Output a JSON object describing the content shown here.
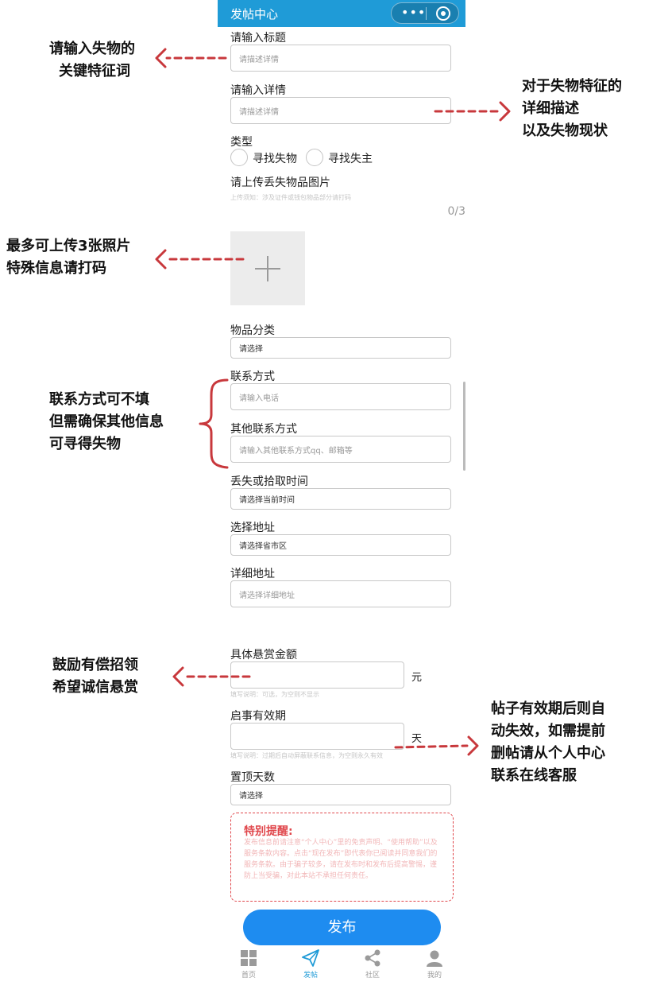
{
  "app": {
    "title": "发帖中心"
  },
  "form": {
    "title_label": "请输入标题",
    "title_placeholder": "请描述详情",
    "detail_label": "请输入详情",
    "detail_placeholder": "请描述详情",
    "type_label": "类型",
    "type_options": [
      "寻找失物",
      "寻找失主"
    ],
    "image_label": "请上传丢失物品图片",
    "image_hint": "上传须知：涉及证件或钱包物品部分请打码",
    "image_count": "0/3",
    "category_label": "物品分类",
    "category_value": "请选择",
    "contact_label": "联系方式",
    "contact_placeholder": "请输入电话",
    "other_contact_label": "其他联系方式",
    "other_contact_placeholder": "请输入其他联系方式qq、邮箱等",
    "time_label": "丢失或拾取时间",
    "time_value": "请选择当前时间",
    "region_label": "选择地址",
    "region_value": "请选择省市区",
    "address_label": "详细地址",
    "address_placeholder": "请选择详细地址",
    "reward_label": "具体悬赏金额",
    "reward_unit": "元",
    "reward_hint": "填写说明：可选，为空则不显示",
    "validity_label": "启事有效期",
    "validity_unit": "天",
    "validity_hint": "填写说明：过期后自动屏蔽联系信息，为空则永久有效",
    "pin_label": "置顶天数",
    "pin_value": "请选择"
  },
  "notice": {
    "title": "特别提醒:",
    "body": "发布信息前请注意“个人中心”里的免责声明、“使用帮助”以及服务条款内容。点击“现在发布”即代表你已阅读并同意我们的服务条款。由于骗子较多，请在发布时和发布后提高警惕，谨防上当受骗，对此本站不承担任何责任。"
  },
  "publish_button": "发布",
  "tabbar": [
    {
      "label": "首页",
      "icon": "home-grid-icon",
      "active": false
    },
    {
      "label": "发帖",
      "icon": "paper-plane-icon",
      "active": true
    },
    {
      "label": "社区",
      "icon": "share-icon",
      "active": false
    },
    {
      "label": "我的",
      "icon": "user-icon",
      "active": false
    }
  ],
  "annotations": {
    "title": [
      "请输入失物的",
      "关键特征词"
    ],
    "detail": [
      "对于失物特征的",
      "详细描述",
      "以及失物现状"
    ],
    "photos": [
      "最多可上传3张照片",
      "特殊信息请打码"
    ],
    "contact": [
      "联系方式可不填",
      "但需确保其他信息",
      "可寻得失物"
    ],
    "reward": [
      "鼓励有偿招领",
      "希望诚信悬赏"
    ],
    "validity": [
      "帖子有效期后则自",
      "动失效，如需提前",
      "删帖请从个人中心",
      "联系在线客服"
    ]
  },
  "colors": {
    "topbar": "#1f9bd7",
    "button": "#1e8cf0",
    "arrow": "#c8383c",
    "notice": "#e0474c"
  }
}
